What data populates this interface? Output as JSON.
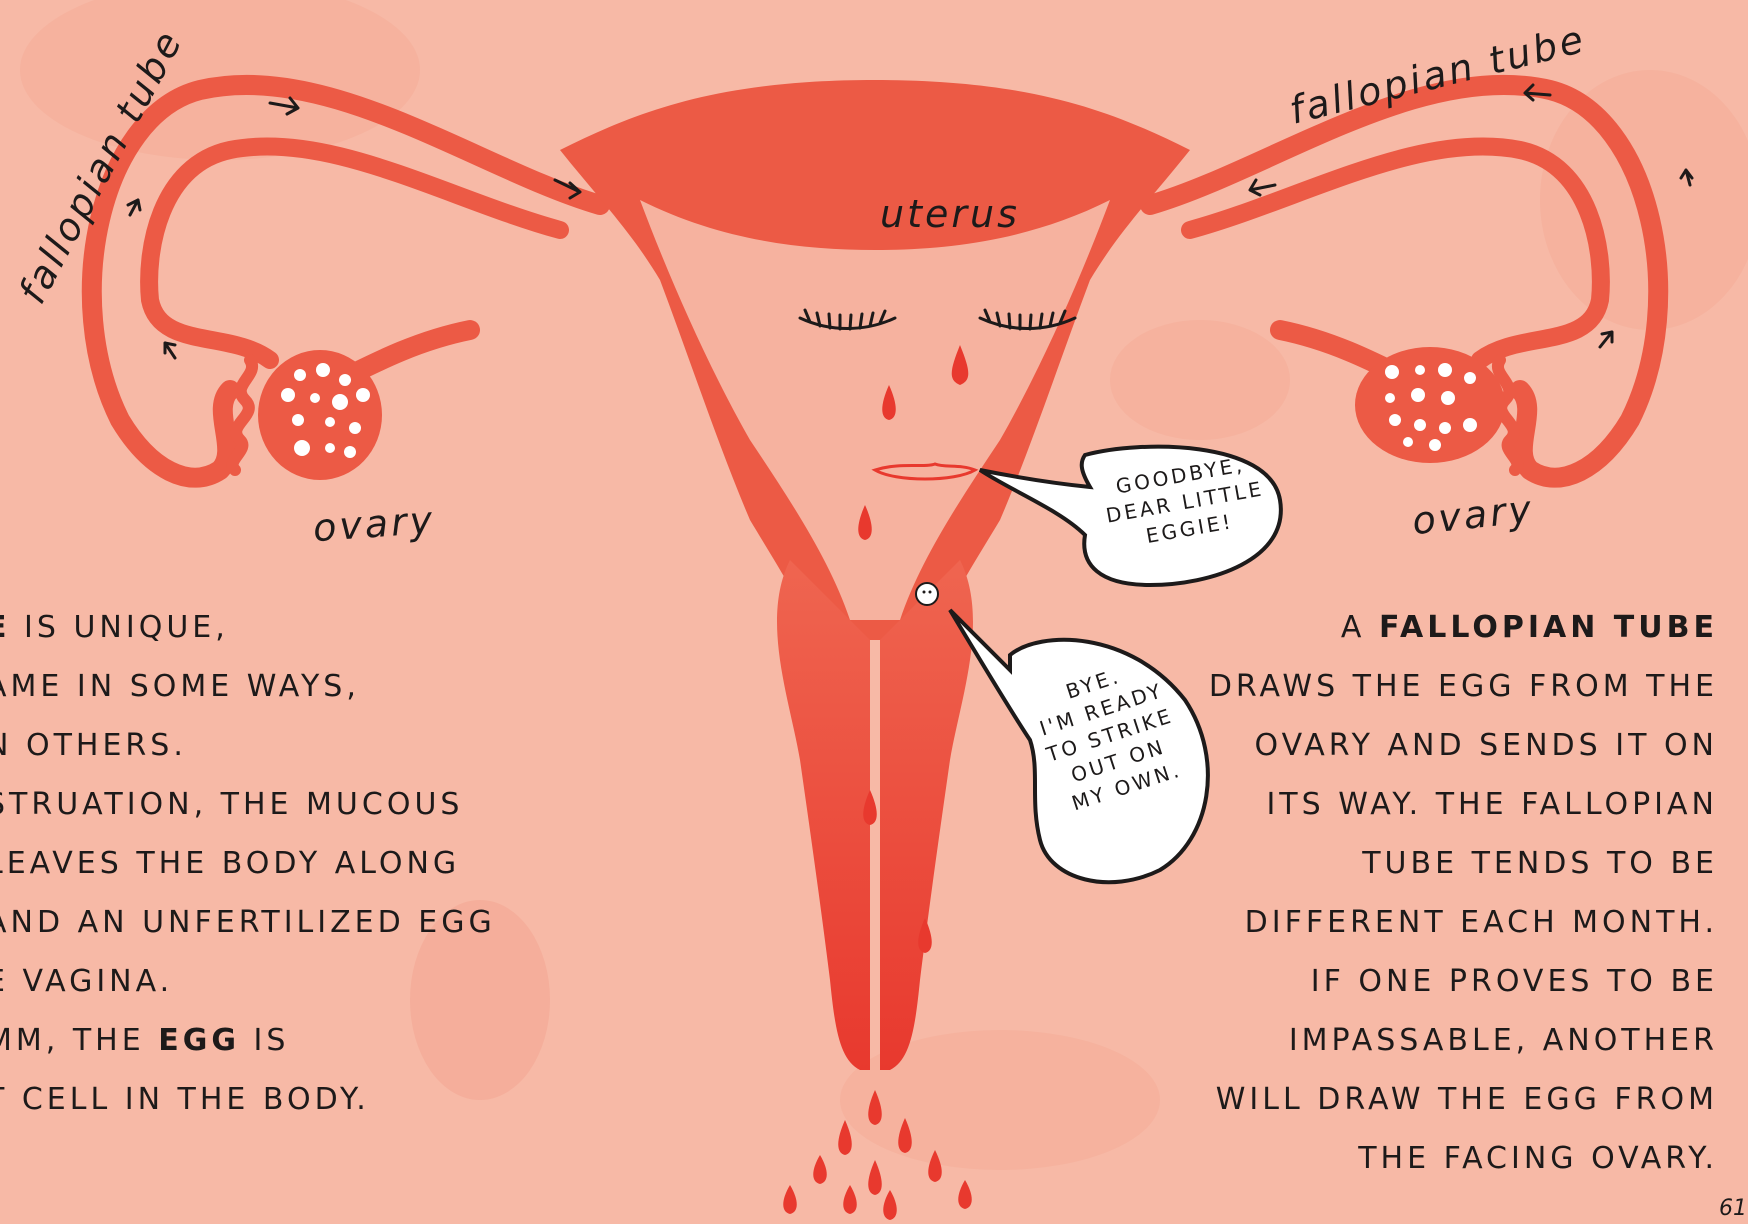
{
  "labels": {
    "fallopian_tube_left": "fallopian tube",
    "fallopian_tube_right": "fallopian tube",
    "uterus": "uterus",
    "ovary_left": "ovary",
    "ovary_right": "ovary"
  },
  "speech_bubbles": {
    "uterus_lines": [
      "GOODBYE,",
      "DEAR LITTLE",
      "EGGIE!"
    ],
    "egg_lines": [
      "BYE.",
      "I'M READY",
      "TO STRIKE",
      "OUT ON",
      "MY OWN."
    ]
  },
  "left_text": {
    "lines": [
      {
        "bold": "E",
        "text": " IS UNIQUE,"
      },
      {
        "text": "AME IN SOME WAYS,"
      },
      {
        "text": "N OTHERS."
      },
      {
        "text": "STRUATION, THE MUCOUS"
      },
      {
        "text": "LEAVES THE BODY ALONG"
      },
      {
        "text": "AND AN UNFERTILIZED EGG"
      },
      {
        "text": "E VAGINA."
      },
      {
        "pre": "MM, THE ",
        "bold": "EGG",
        "text": " IS"
      },
      {
        "text": "T CELL IN THE BODY."
      }
    ]
  },
  "right_text": {
    "lines": [
      {
        "pre": "A ",
        "bold": "FALLOPIAN TUBE",
        "text": ""
      },
      {
        "text": "DRAWS THE EGG FROM THE"
      },
      {
        "text": "OVARY AND SENDS IT ON"
      },
      {
        "text": "ITS WAY. THE FALLOPIAN"
      },
      {
        "text": "TUBE TENDS TO BE"
      },
      {
        "text": "DIFFERENT EACH MONTH."
      },
      {
        "text": "IF ONE PROVES TO BE"
      },
      {
        "text": "IMPASSABLE, ANOTHER"
      },
      {
        "text": "WILL DRAW THE EGG FROM"
      },
      {
        "text": "THE FACING OVARY."
      }
    ]
  },
  "page_number": "61",
  "colors": {
    "background": "#f7b9a6",
    "organ": "#ec5a45",
    "organ_dark": "#e8392e",
    "ink": "#1d1a1a",
    "egg_white": "#ffffff"
  }
}
